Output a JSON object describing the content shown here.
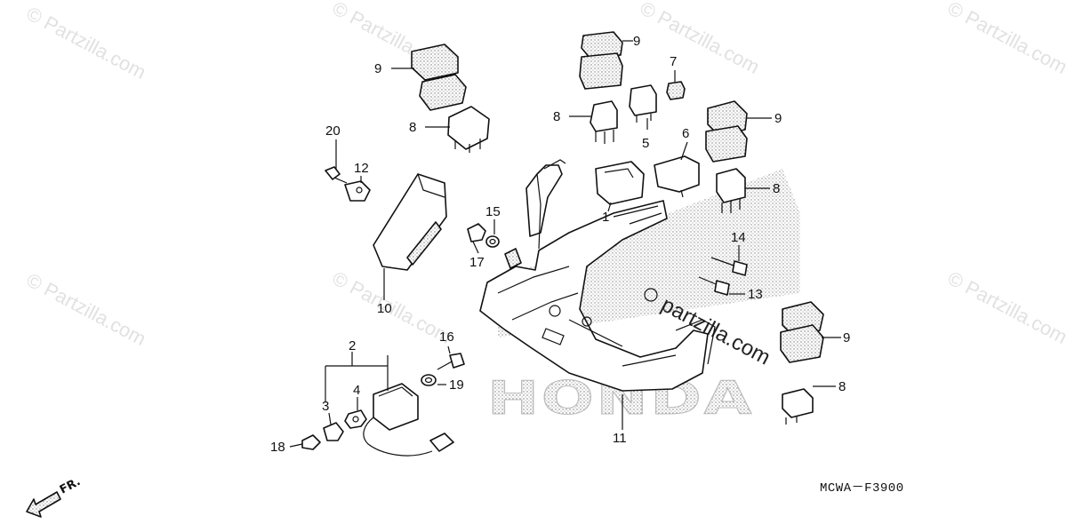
{
  "watermark": {
    "text": "© Partzilla.com"
  },
  "site_watermark": "partzilla.com",
  "brand_logo": "HONDA",
  "diagram_code": "MCWA－F3900",
  "front_arrow_label": "FR.",
  "callouts": {
    "c1": "1",
    "c2": "2",
    "c3": "3",
    "c4": "4",
    "c5": "5",
    "c6": "6",
    "c7": "7",
    "c8a": "8",
    "c8b": "8",
    "c8c": "8",
    "c8d": "8",
    "c9a": "9",
    "c9b": "9",
    "c9c": "9",
    "c9d": "9",
    "c10": "10",
    "c11": "11",
    "c12": "12",
    "c13": "13",
    "c14": "14",
    "c15": "15",
    "c16": "16",
    "c17": "17",
    "c18": "18",
    "c19": "19",
    "c20": "20"
  }
}
